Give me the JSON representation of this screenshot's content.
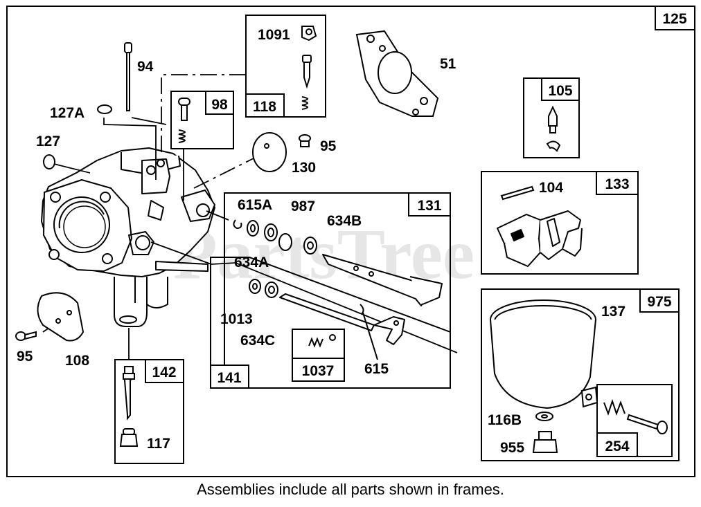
{
  "watermark": "PartsTree",
  "caption": "Assemblies include all parts shown in frames.",
  "frames": {
    "main": "125",
    "f118": "118",
    "f98": "98",
    "f105": "105",
    "f133": "133",
    "f131": "131",
    "f141": "141",
    "f1037": "1037",
    "f142": "142",
    "f975": "975",
    "f254": "254"
  },
  "labels": {
    "p1091": "1091",
    "p51": "51",
    "p94": "94",
    "p127a": "127A",
    "p127": "127",
    "p95a": "95",
    "p130": "130",
    "p104": "104",
    "p615a": "615A",
    "p987": "987",
    "p634b": "634B",
    "p634a": "634A",
    "p1013": "1013",
    "p634c": "634C",
    "p615": "615",
    "p95b": "95",
    "p108": "108",
    "p117": "117",
    "p137": "137",
    "p116b": "116B",
    "p955": "955"
  }
}
